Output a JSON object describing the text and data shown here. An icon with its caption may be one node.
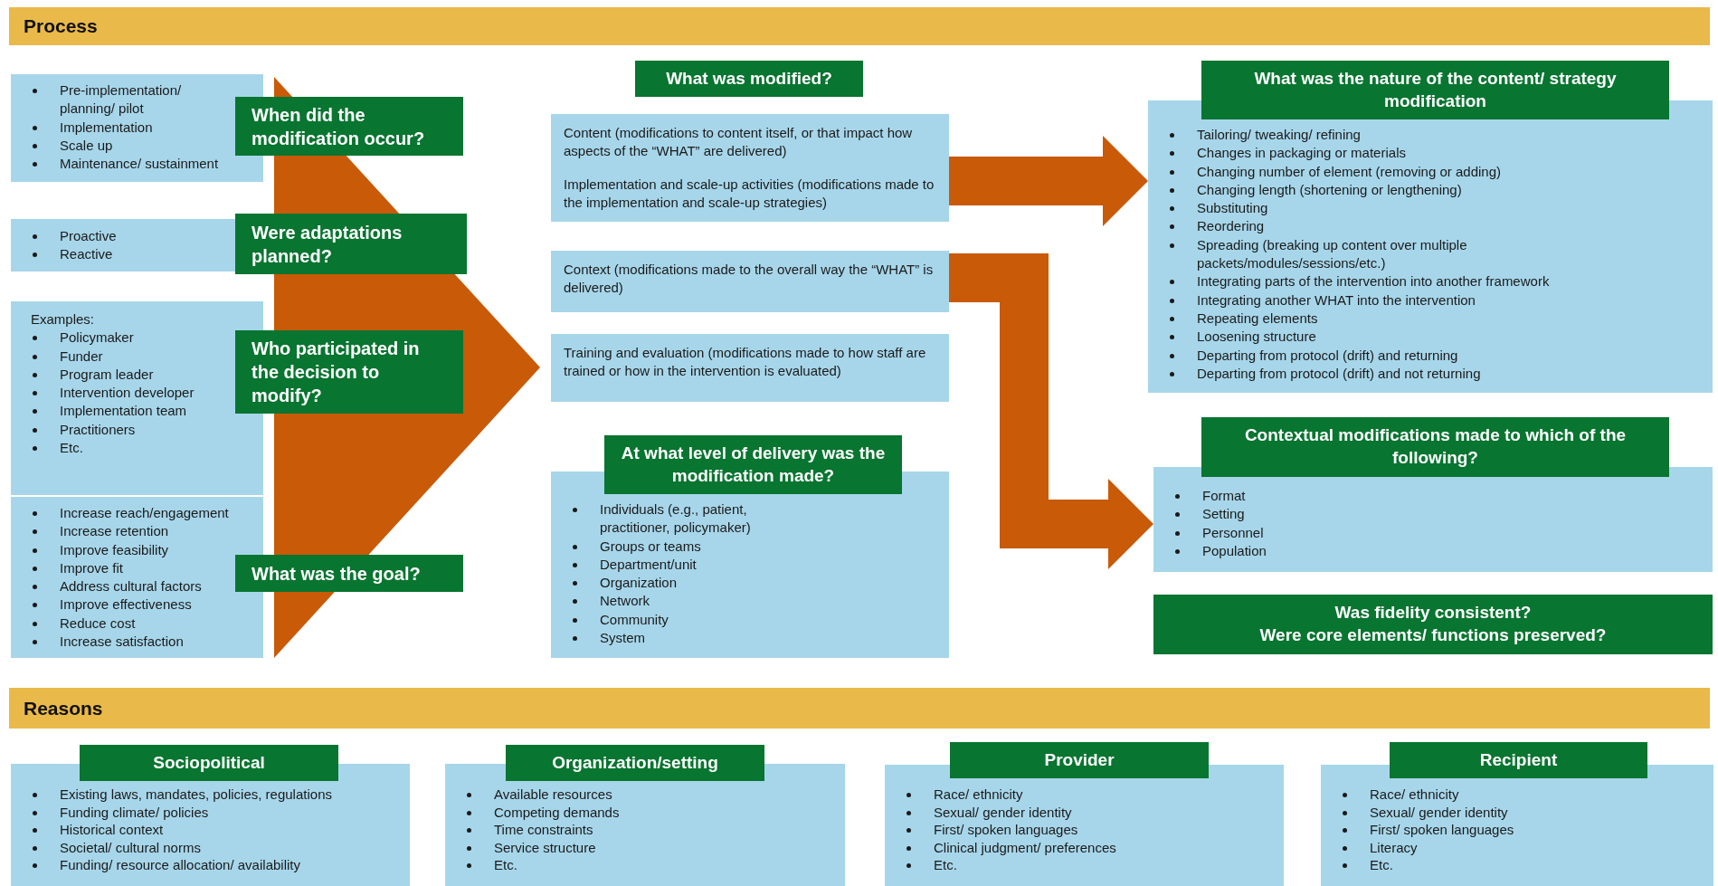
{
  "diagram": {
    "nodes": [
      {
        "text": [
          "Process"
        ]
      },
      {
        "text": [
          "Pre-implementation/ planning/ pilot",
          "Implementation",
          "Scale up",
          "Maintenance/ sustainment"
        ]
      },
      {
        "text": [
          "When did the modification occur?"
        ]
      },
      {
        "text": [
          "Proactive",
          "Reactive"
        ]
      },
      {
        "text": [
          "Were adaptations planned?"
        ]
      },
      {
        "text": [
          "Examples:",
          "Policymaker",
          "Funder",
          "Program leader",
          "Intervention developer",
          "Implementation team",
          "Practitioners",
          "Etc."
        ]
      },
      {
        "text": [
          "Who participated in the decision to modify?"
        ]
      },
      {
        "text": [
          "Increase reach/engagement",
          "Increase retention",
          "Improve feasibility",
          "Improve fit",
          "Address cultural factors",
          "Improve effectiveness",
          "Reduce cost",
          "Increase satisfaction"
        ]
      },
      {
        "text": [
          "What was the goal?"
        ]
      },
      {
        "text": [
          "What was modified?"
        ]
      },
      {
        "text": [
          "Content (modifications to content itself, or that impact how aspects of the “WHAT” are delivered)",
          "Implementation and scale-up activities (modifications made to the implementation and scale-up strategies)"
        ]
      },
      {
        "text": [
          "Context (modifications made to the overall way the “WHAT” is delivered)"
        ]
      },
      {
        "text": [
          "Training and evaluation (modifications made to how staff are trained or how in the intervention is evaluated)"
        ]
      },
      {
        "text": [
          "At what level of delivery was the modification made?"
        ]
      },
      {
        "text": [
          "Individuals (e.g., patient, practitioner, policymaker)",
          "Groups or teams",
          "Department/unit",
          "Organization",
          "Network",
          "Community",
          "System"
        ]
      },
      {
        "text": [
          "What was the nature of the content/ strategy modification"
        ]
      },
      {
        "text": [
          "Tailoring/ tweaking/ refining",
          "Changes in packaging or materials",
          "Changing number of element (removing or adding)",
          "Changing length (shortening or lengthening)",
          "Substituting",
          "Reordering",
          "Spreading (breaking up content over multiple packets/modules/sessions/etc.)",
          "Integrating parts of the intervention into another framework",
          "Integrating another WHAT into the intervention",
          "Repeating elements",
          "Loosening structure",
          "Departing from protocol (drift) and returning",
          "Departing from protocol (drift) and not returning"
        ]
      },
      {
        "text": [
          "Contextual modifications made to which of the following?"
        ]
      },
      {
        "text": [
          "Format",
          "Setting",
          "Personnel",
          "Population"
        ]
      },
      {
        "text": [
          "Was fidelity consistent?",
          "Were core elements/ functions preserved?"
        ]
      },
      {
        "text": [
          "Reasons"
        ]
      },
      {
        "text": [
          "Sociopolitical"
        ]
      },
      {
        "text": [
          "Existing laws, mandates, policies, regulations",
          "Funding climate/ policies",
          "Historical context",
          "Societal/ cultural norms",
          "Funding/ resource allocation/ availability"
        ]
      },
      {
        "text": [
          "Organization/setting"
        ]
      },
      {
        "text": [
          "Available resources",
          "Competing demands",
          "Time constraints",
          "Service structure",
          "Etc."
        ]
      },
      {
        "text": [
          "Provider"
        ]
      },
      {
        "text": [
          "Race/ ethnicity",
          "Sexual/ gender identity",
          "First/ spoken languages",
          "Clinical judgment/ preferences",
          "Etc."
        ]
      },
      {
        "text": [
          "Recipient"
        ]
      },
      {
        "text": [
          "Race/ ethnicity",
          "Sexual/ gender identity",
          "First/ spoken languages",
          "Literacy",
          "Etc."
        ]
      }
    ],
    "edges": [
      {
        "from": 10,
        "to": 16,
        "arrow": "to"
      },
      {
        "from": 11,
        "to": 18,
        "arrow": "to"
      }
    ]
  }
}
